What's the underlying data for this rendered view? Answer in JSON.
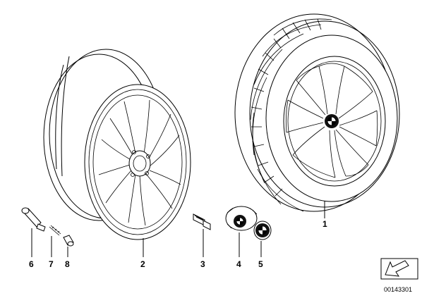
{
  "diagram": {
    "callouts": [
      {
        "id": "c1",
        "label": "1"
      },
      {
        "id": "c2",
        "label": "2"
      },
      {
        "id": "c3",
        "label": "3"
      },
      {
        "id": "c4",
        "label": "4"
      },
      {
        "id": "c5",
        "label": "5"
      },
      {
        "id": "c6",
        "label": "6"
      },
      {
        "id": "c7",
        "label": "7"
      },
      {
        "id": "c8",
        "label": "8"
      }
    ],
    "figure_number": "00143301"
  }
}
